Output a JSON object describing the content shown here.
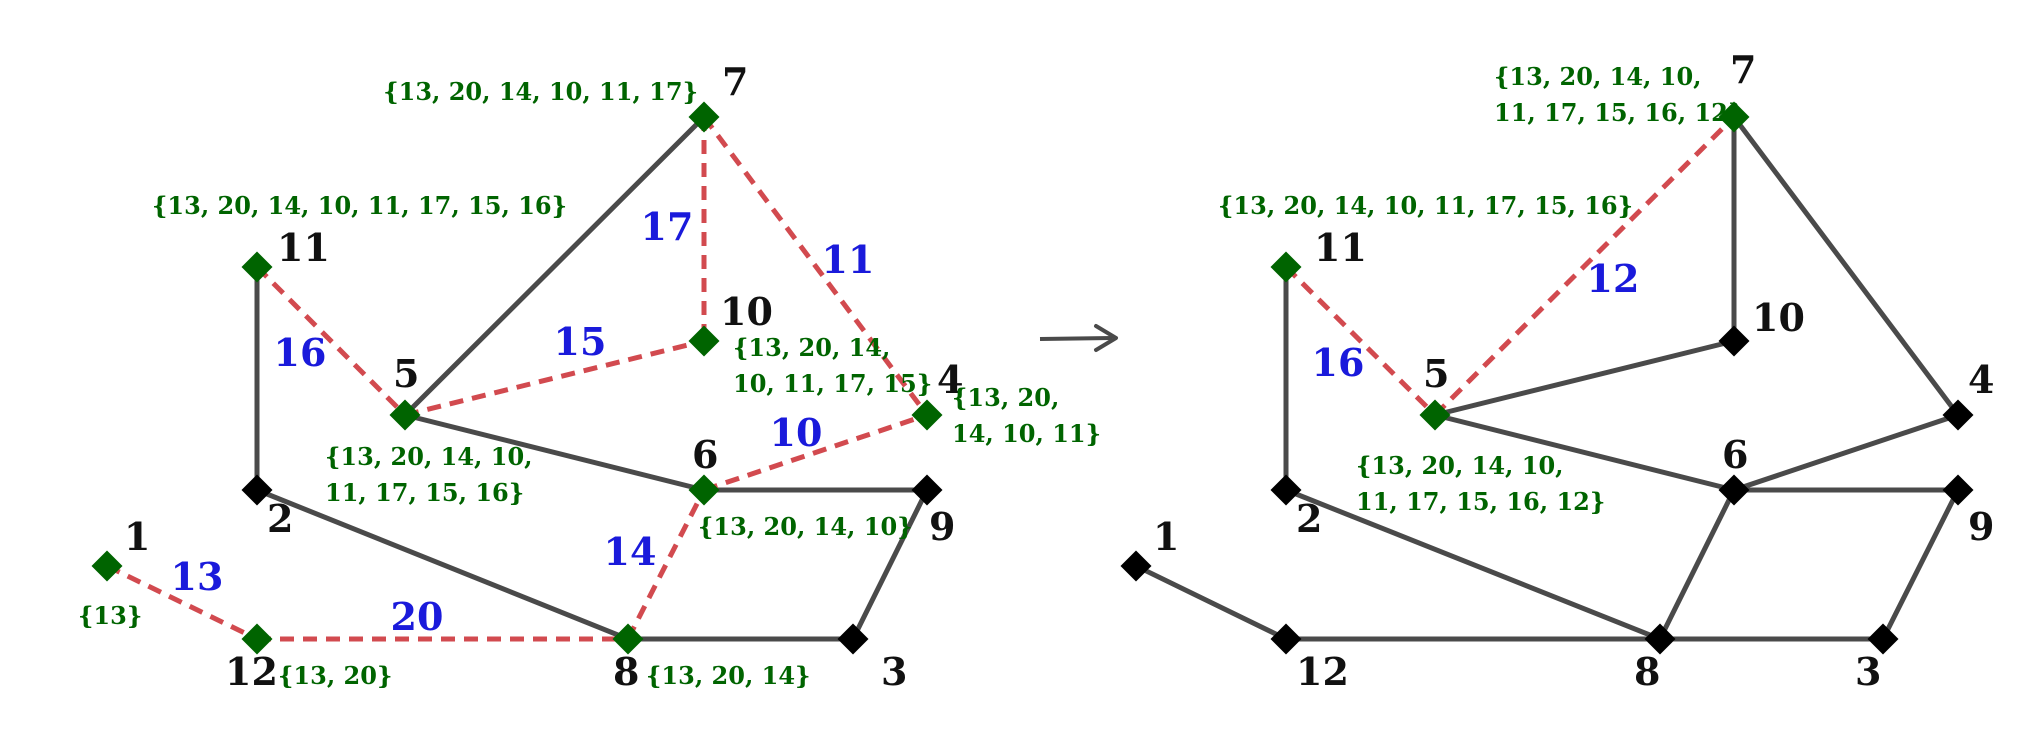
{
  "colors": {
    "edge_solid": "#4a4a4a",
    "edge_dashed": "#d24a4f",
    "node_active": "#006400",
    "node_inactive": "#000000",
    "set_text": "#006400",
    "weight_text": "#1a1adb",
    "arrow": "#4a4a4a"
  },
  "arrow_symbol": "→",
  "graphs": [
    {
      "name": "left",
      "nodes": [
        {
          "id": "1",
          "active": true
        },
        {
          "id": "2",
          "active": false
        },
        {
          "id": "3",
          "active": false
        },
        {
          "id": "4",
          "active": true
        },
        {
          "id": "5",
          "active": true
        },
        {
          "id": "6",
          "active": true
        },
        {
          "id": "7",
          "active": true
        },
        {
          "id": "8",
          "active": true
        },
        {
          "id": "9",
          "active": false
        },
        {
          "id": "10",
          "active": true
        },
        {
          "id": "11",
          "active": true
        },
        {
          "id": "12",
          "active": true
        }
      ],
      "edges": [
        {
          "from": "7",
          "to": "5",
          "style": "solid"
        },
        {
          "from": "11",
          "to": "2",
          "style": "solid"
        },
        {
          "from": "5",
          "to": "6",
          "style": "solid"
        },
        {
          "from": "6",
          "to": "9",
          "style": "solid"
        },
        {
          "from": "2",
          "to": "8",
          "style": "solid"
        },
        {
          "from": "8",
          "to": "3",
          "style": "solid"
        },
        {
          "from": "3",
          "to": "9",
          "style": "solid"
        },
        {
          "from": "1",
          "to": "12",
          "style": "dashed",
          "weight": "13"
        },
        {
          "from": "12",
          "to": "8",
          "style": "dashed",
          "weight": "20"
        },
        {
          "from": "8",
          "to": "6",
          "style": "dashed",
          "weight": "14"
        },
        {
          "from": "6",
          "to": "4",
          "style": "dashed",
          "weight": "10"
        },
        {
          "from": "7",
          "to": "4",
          "style": "dashed",
          "weight": "11"
        },
        {
          "from": "7",
          "to": "10",
          "style": "dashed",
          "weight": "17"
        },
        {
          "from": "5",
          "to": "10",
          "style": "dashed",
          "weight": "15"
        },
        {
          "from": "11",
          "to": "5",
          "style": "dashed",
          "weight": "16"
        }
      ],
      "sets": [
        {
          "node": "7",
          "lines": [
            "{13, 20, 14, 10, 11, 17}"
          ]
        },
        {
          "node": "11",
          "lines": [
            "{13, 20, 14, 10, 11, 17, 15, 16}"
          ]
        },
        {
          "node": "10",
          "lines": [
            "{13, 20, 14,",
            "10, 11, 17, 15}"
          ]
        },
        {
          "node": "4",
          "lines": [
            "{13, 20,",
            "14, 10, 11}"
          ]
        },
        {
          "node": "5",
          "lines": [
            "{13, 20, 14, 10,",
            "11, 17, 15, 16}"
          ]
        },
        {
          "node": "6",
          "lines": [
            "{13, 20, 14, 10}"
          ]
        },
        {
          "node": "1",
          "lines": [
            "{13}"
          ]
        },
        {
          "node": "12",
          "lines": [
            "{13, 20}"
          ]
        },
        {
          "node": "8",
          "lines": [
            "{13, 20, 14}"
          ]
        }
      ]
    },
    {
      "name": "right",
      "nodes": [
        {
          "id": "1",
          "active": false
        },
        {
          "id": "2",
          "active": false
        },
        {
          "id": "3",
          "active": false
        },
        {
          "id": "4",
          "active": false
        },
        {
          "id": "5",
          "active": true
        },
        {
          "id": "6",
          "active": false
        },
        {
          "id": "7",
          "active": true
        },
        {
          "id": "8",
          "active": false
        },
        {
          "id": "9",
          "active": false
        },
        {
          "id": "10",
          "active": false
        },
        {
          "id": "11",
          "active": true
        },
        {
          "id": "12",
          "active": false
        }
      ],
      "edges": [
        {
          "from": "7",
          "to": "10",
          "style": "solid"
        },
        {
          "from": "7",
          "to": "4",
          "style": "solid"
        },
        {
          "from": "11",
          "to": "2",
          "style": "solid"
        },
        {
          "from": "5",
          "to": "10",
          "style": "solid"
        },
        {
          "from": "5",
          "to": "6",
          "style": "solid"
        },
        {
          "from": "6",
          "to": "4",
          "style": "solid"
        },
        {
          "from": "6",
          "to": "9",
          "style": "solid"
        },
        {
          "from": "2",
          "to": "8",
          "style": "solid"
        },
        {
          "from": "1",
          "to": "12",
          "style": "solid"
        },
        {
          "from": "12",
          "to": "8",
          "style": "solid"
        },
        {
          "from": "8",
          "to": "6",
          "style": "solid"
        },
        {
          "from": "8",
          "to": "3",
          "style": "solid"
        },
        {
          "from": "3",
          "to": "9",
          "style": "solid"
        },
        {
          "from": "11",
          "to": "5",
          "style": "dashed",
          "weight": "16"
        },
        {
          "from": "5",
          "to": "7",
          "style": "dashed",
          "weight": "12"
        }
      ],
      "sets": [
        {
          "node": "7",
          "lines": [
            "{13, 20, 14, 10,",
            "11, 17, 15, 16, 12}"
          ]
        },
        {
          "node": "11",
          "lines": [
            "{13, 20, 14, 10, 11, 17, 15, 16}"
          ]
        },
        {
          "node": "5",
          "lines": [
            "{13, 20, 14, 10,",
            "11, 17, 15, 16, 12}"
          ]
        }
      ]
    }
  ]
}
